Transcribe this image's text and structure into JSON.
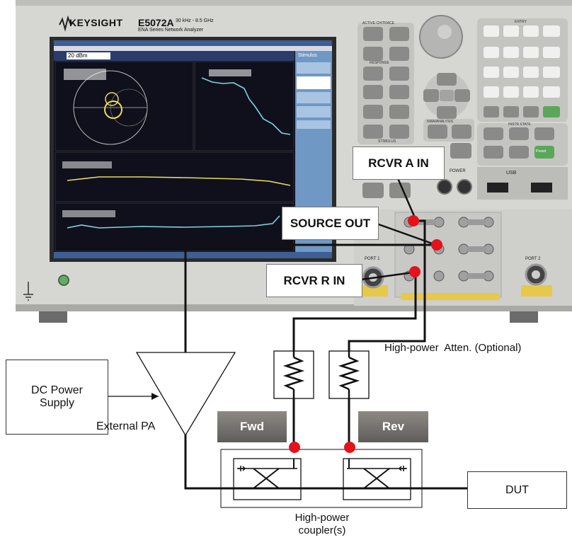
{
  "instrument": {
    "brand": "KEYSIGHT",
    "model": "E5072A",
    "model_spec": "30 kHz - 8.5 GHz",
    "model_subtitle": "ENA Series Network Analyzer",
    "screen": {
      "stop_field": "20 dBm",
      "softkey_header": "Stimulus"
    },
    "port1_label": "PORT 1",
    "port2_label": "PORT 2",
    "usb_label": "USB",
    "power_label": "POWER",
    "panel_groups": [
      "ACTIVE CH/TRACE",
      "RESPONSE",
      "NWA/ANALYSIS",
      "STIMULUS",
      "ENTRY",
      "INSTR STATE"
    ],
    "preset_label": "Preset",
    "colors": {
      "body": "#d9d9d7",
      "screen_bg": "#0b0b18",
      "softkey_bg": "#6f98c4",
      "trace_yellow": "#e8dc5a",
      "trace_cyan": "#7fd3e0",
      "preset_green": "#5aa75a",
      "port_plate": "#e6c84a"
    }
  },
  "callouts": {
    "rcvr_a": "RCVR A IN",
    "source_out": "SOURCE OUT",
    "rcvr_r": "RCVR R IN"
  },
  "blocks": {
    "dc_power": "DC Power Supply",
    "external_pa": "External PA",
    "fwd": "Fwd",
    "rev": "Rev",
    "dut": "DUT",
    "attenuator_label": "High-power  Atten. (Optional)",
    "coupler_label": "High-power coupler(s)"
  },
  "colors": {
    "connection_dot": "#e3121b",
    "line": "#111111",
    "gray_box": "#6e6b68"
  }
}
